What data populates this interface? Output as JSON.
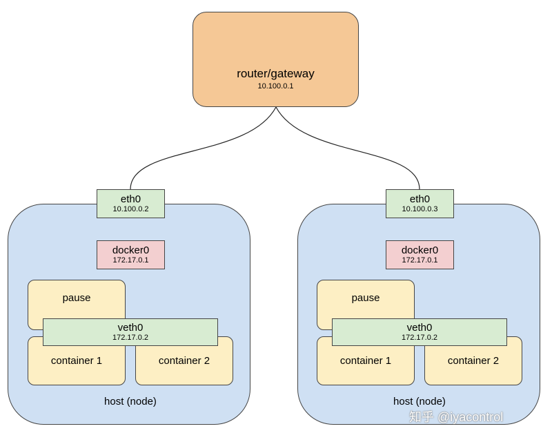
{
  "router": {
    "name": "router/gateway",
    "ip": "10.100.0.1"
  },
  "hosts": [
    {
      "label": "host (node)",
      "eth": {
        "name": "eth0",
        "ip": "10.100.0.2"
      },
      "docker": {
        "name": "docker0",
        "ip": "172.17.0.1"
      },
      "pause": {
        "name": "pause"
      },
      "veth": {
        "name": "veth0",
        "ip": "172.17.0.2"
      },
      "containers": [
        "container 1",
        "container 2"
      ]
    },
    {
      "label": "host (node)",
      "eth": {
        "name": "eth0",
        "ip": "10.100.0.3"
      },
      "docker": {
        "name": "docker0",
        "ip": "172.17.0.1"
      },
      "pause": {
        "name": "pause"
      },
      "veth": {
        "name": "veth0",
        "ip": "172.17.0.2"
      },
      "containers": [
        "container 1",
        "container 2"
      ]
    }
  ],
  "watermark": "知乎 @iyacontrol"
}
